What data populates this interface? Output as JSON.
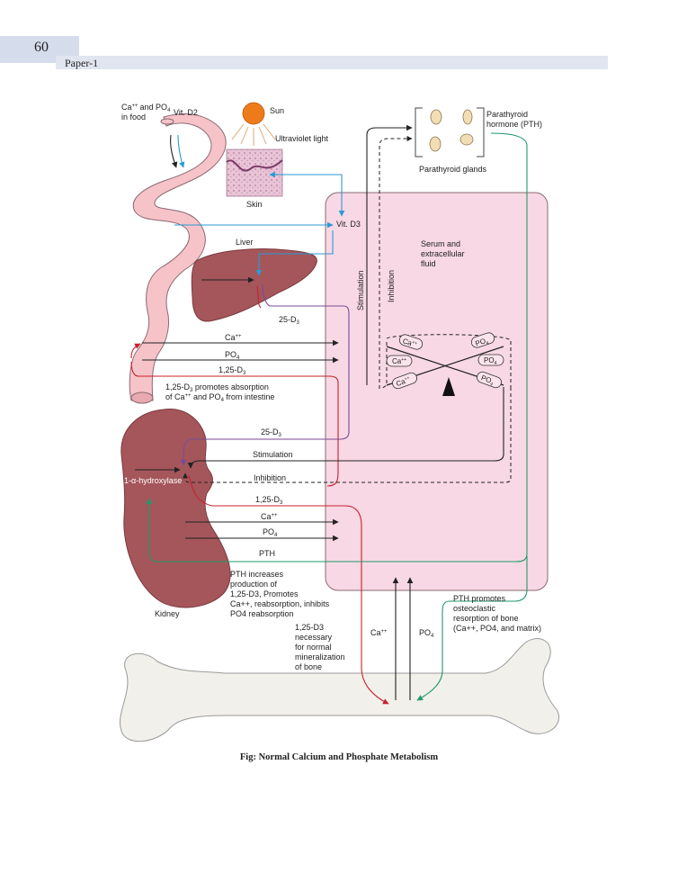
{
  "header": {
    "page_number": "60",
    "section": "Paper-1"
  },
  "caption": "Fig: Normal Calcium and Phosphate Metabolism",
  "labels": {
    "food_a": "Ca",
    "food_b": "and PO",
    "food_c": "in food",
    "food_sub": "4",
    "food_sup": "++",
    "vit_d2": "Vit. D2",
    "sun": "Sun",
    "uv": "Ultraviolet light",
    "skin": "Skin",
    "pth_a": "Parathyroid",
    "pth_b": "hormone (PTH)",
    "glands": "Parathyroid glands",
    "vit_d3": "Vit. D3",
    "serum_a": "Serum and",
    "serum_b": "extracellular",
    "serum_c": "fluid",
    "liver": "Liver",
    "stimulation_v": "Stimulation",
    "inhibition_v": "Inhibition",
    "d25_a": "25-D",
    "d25_sub": "3",
    "ca_int": "Ca",
    "plus": "++",
    "po4_int": "PO",
    "four": "4",
    "d125_int": "1,25-D",
    "three": "3",
    "abs_a": "1,25-D",
    "abs_a2": " promotes absorption",
    "abs_b": "of Ca",
    "abs_b2": " and PO",
    "abs_b3": " from intestine",
    "d25_b": "25-D",
    "stim_h": "Stimulation",
    "hydroxylase": "1-α-hydroxylase",
    "inhib_h": "Inhibition",
    "d125_k": "1,25-D",
    "ca_k": "Ca",
    "po4_k": "PO",
    "pth_arrow": "PTH",
    "kidney_text": [
      "PTH increases",
      "production of",
      "1,25-D3, Promotes",
      "Ca++, reabsorption, inhibits",
      "PO4 reabsorption"
    ],
    "kidney": "Kidney",
    "bone_min": [
      "1,25-D3",
      "necessary",
      "for normal",
      "mineralization",
      "of bone"
    ],
    "ca_bone": "Ca",
    "po4_bone": "PO",
    "osteo": [
      "PTH promotes",
      "osteoclastic",
      "resorption of bone",
      "(Ca++, PO4, and matrix)"
    ],
    "scale_ca": "Ca",
    "scale_po": "PO"
  },
  "colors": {
    "serum_fill": "#f8d8e4",
    "serum_stroke": "#8a6a72",
    "gut_fill": "#f6c3c8",
    "organ_fill": "#a4565a",
    "organ_stroke": "#7a3a3e",
    "sun_fill": "#ee7b1a",
    "gland_fill": "#f2ddb4",
    "blue": "#2a9ad6",
    "red": "#c8202e",
    "green": "#1f9a6a",
    "purple": "#7a4a9a",
    "dark": "#222222",
    "bone_fill": "#f2f0ea",
    "header_box": "#d5dcec",
    "header_bar": "#e0e5f0"
  },
  "icons": [
    "sun-icon",
    "skin-icon",
    "parathyroid-gland-icon",
    "liver-icon",
    "kidney-icon",
    "bone-icon",
    "intestine-icon",
    "balance-scale-icon"
  ]
}
